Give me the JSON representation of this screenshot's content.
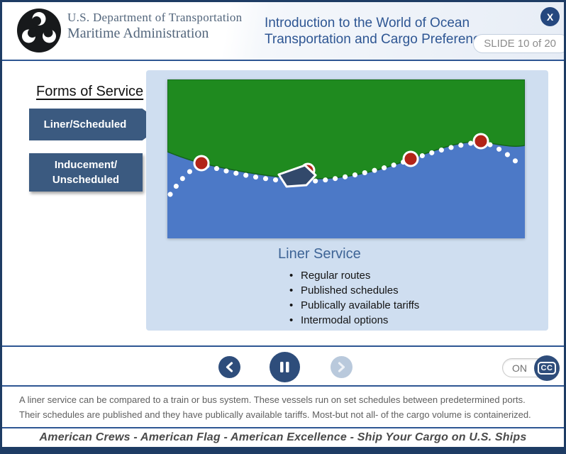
{
  "header": {
    "agency_line1": "U.S. Department of Transportation",
    "agency_line2": "Maritime Administration",
    "title_line1": "Introduction to the World of Ocean",
    "title_line2": "Transportation and Cargo Preference",
    "slide_badge": "SLIDE 10 of 20",
    "close_label": "X"
  },
  "sidebar": {
    "heading": "Forms of Service",
    "active_item": "Liner/Scheduled",
    "inactive_item_line1": "Inducement/",
    "inactive_item_line2": "Unscheduled"
  },
  "content": {
    "heading": "Liner Service",
    "bullets": [
      "Regular routes",
      "Published schedules",
      "Publically available tariffs",
      "Intermodal options"
    ]
  },
  "controls": {
    "cc_state_label": "ON",
    "cc_label": "CC"
  },
  "caption": {
    "text": "A liner service can be compared to a train or bus system. These vessels run on set schedules between predetermined ports. Their schedules are published and they have publically available tariffs. Most-but not all- of the cargo volume is containerized."
  },
  "footer": {
    "tagline": "American Crews - American Flag - American Excellence - Ship Your Cargo on U.S. Ships"
  },
  "colors": {
    "navy_border": "#1e3c64",
    "accent_navy": "#2e5693",
    "button_blue": "#3b5a80",
    "control_blue": "#2e4d7b",
    "disabled_blue": "#b9c9dc",
    "panel_blue": "#cfdef0",
    "land_green": "#1f8a1f",
    "water_blue": "#4e7cc9",
    "port_red": "#b22418",
    "caption_gray": "#5f5f5f"
  }
}
